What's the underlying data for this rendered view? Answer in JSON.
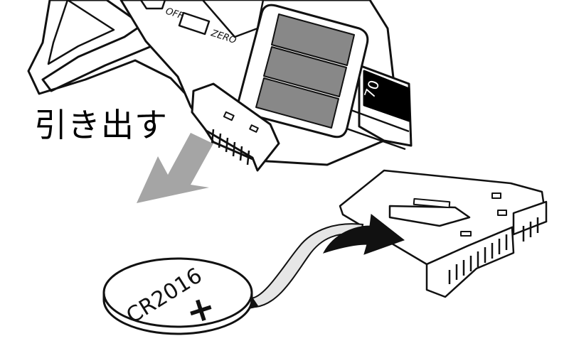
{
  "instruction_label": "引き出す",
  "caliper": {
    "off_label": "OFF",
    "zero_label": "ZERO",
    "scale_label": "70"
  },
  "battery": {
    "model_label": "CR2016",
    "polarity_label": "+"
  }
}
